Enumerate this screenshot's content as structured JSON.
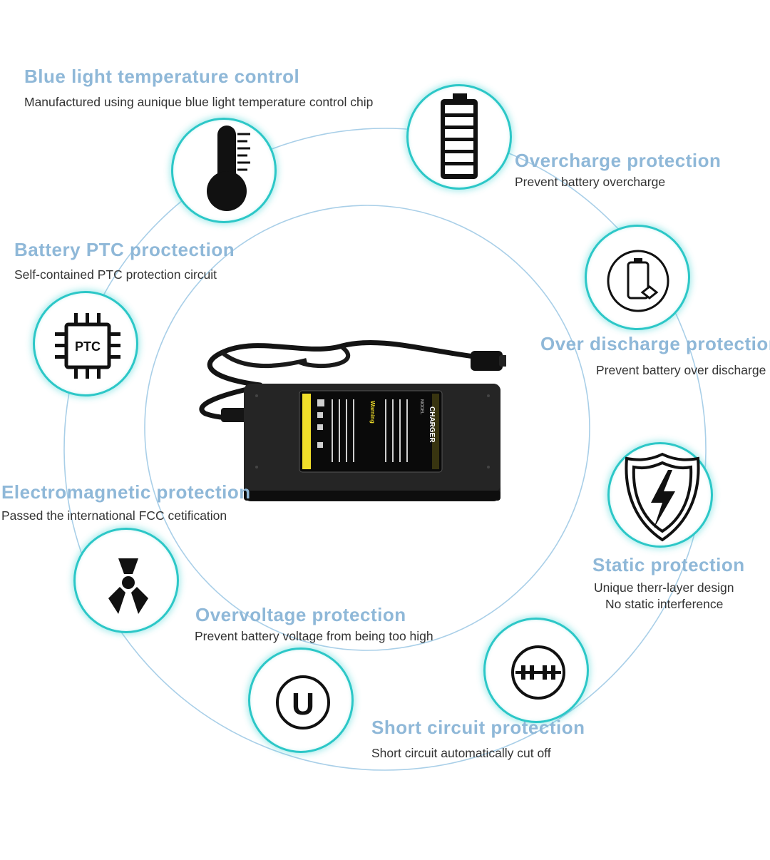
{
  "accent_color": "#2cc7c7",
  "title_color": "#8fb8d8",
  "features": {
    "blue_light": {
      "title": "Blue light temperature control",
      "desc": "Manufactured using aunique blue light temperature control chip",
      "icon": "thermometer-icon"
    },
    "overcharge": {
      "title": "Overcharge protection",
      "desc": "Prevent battery overcharge",
      "icon": "battery-full-icon"
    },
    "ptc": {
      "title": "Battery PTC proctection",
      "desc": "Self-contained PTC protection circuit",
      "icon": "ptc-chip-icon",
      "icon_label": "PTC"
    },
    "over_discharge": {
      "title": "Over discharge protection",
      "desc": "Prevent battery over discharge",
      "icon": "phone-battery-icon"
    },
    "electromagnetic": {
      "title": "Electromagnetic protection",
      "desc": "Passed the international FCC cetification",
      "icon": "radiation-icon"
    },
    "static": {
      "title": "Static protection",
      "desc_line1": "Unique therr-layer design",
      "desc_line2": "No static interference",
      "icon": "shield-lightning-icon"
    },
    "overvoltage": {
      "title": "Overvoltage protection",
      "desc": "Prevent battery voltage from being too high",
      "icon": "voltage-u-icon",
      "icon_label": "U"
    },
    "short_circuit": {
      "title": "Short circuit protection",
      "desc": "Short circuit automatically cut off",
      "icon": "circuit-resistor-icon"
    }
  },
  "product": {
    "icon": "charger-adapter-image",
    "label_heading": "CHARGER",
    "label_warning": "Warning",
    "label_model": "MODEL"
  }
}
